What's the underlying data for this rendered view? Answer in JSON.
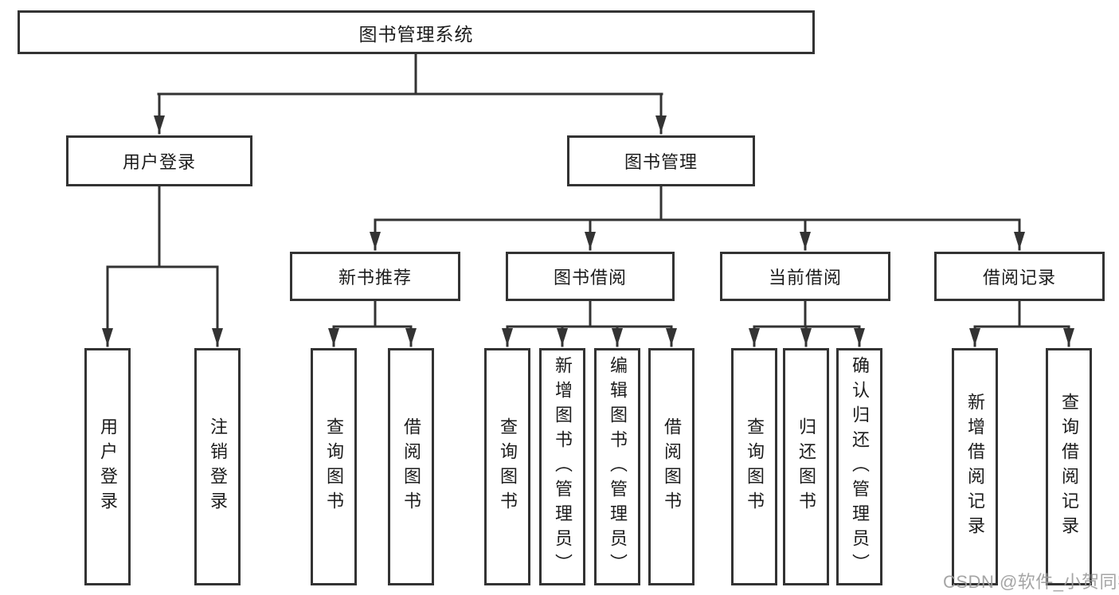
{
  "tree": {
    "root": {
      "label": "图书管理系统"
    },
    "branches": [
      {
        "label": "用户登录",
        "children": [
          {
            "label": "用户登录"
          },
          {
            "label": "注销登录"
          }
        ]
      },
      {
        "label": "图书管理",
        "sections": [
          {
            "label": "新书推荐",
            "children": [
              {
                "label": "查询图书"
              },
              {
                "label": "借阅图书"
              }
            ]
          },
          {
            "label": "图书借阅",
            "children": [
              {
                "label": "查询图书"
              },
              {
                "label": "新增图书（管理员）"
              },
              {
                "label": "编辑图书（管理员）"
              },
              {
                "label": "借阅图书"
              }
            ]
          },
          {
            "label": "当前借阅",
            "children": [
              {
                "label": "查询图书"
              },
              {
                "label": "归还图书"
              },
              {
                "label": "确认归还（管理员）"
              }
            ]
          },
          {
            "label": "借阅记录",
            "children": [
              {
                "label": "新增借阅记录"
              },
              {
                "label": "查询借阅记录"
              }
            ]
          }
        ]
      }
    ]
  },
  "watermark": {
    "text": "CSDN @软件_小贺同学"
  },
  "colors": {
    "line": "#333333",
    "border": "#333333",
    "text": "#1c1c1c",
    "background": "#ffffff",
    "watermark": "#9e9e9e"
  }
}
